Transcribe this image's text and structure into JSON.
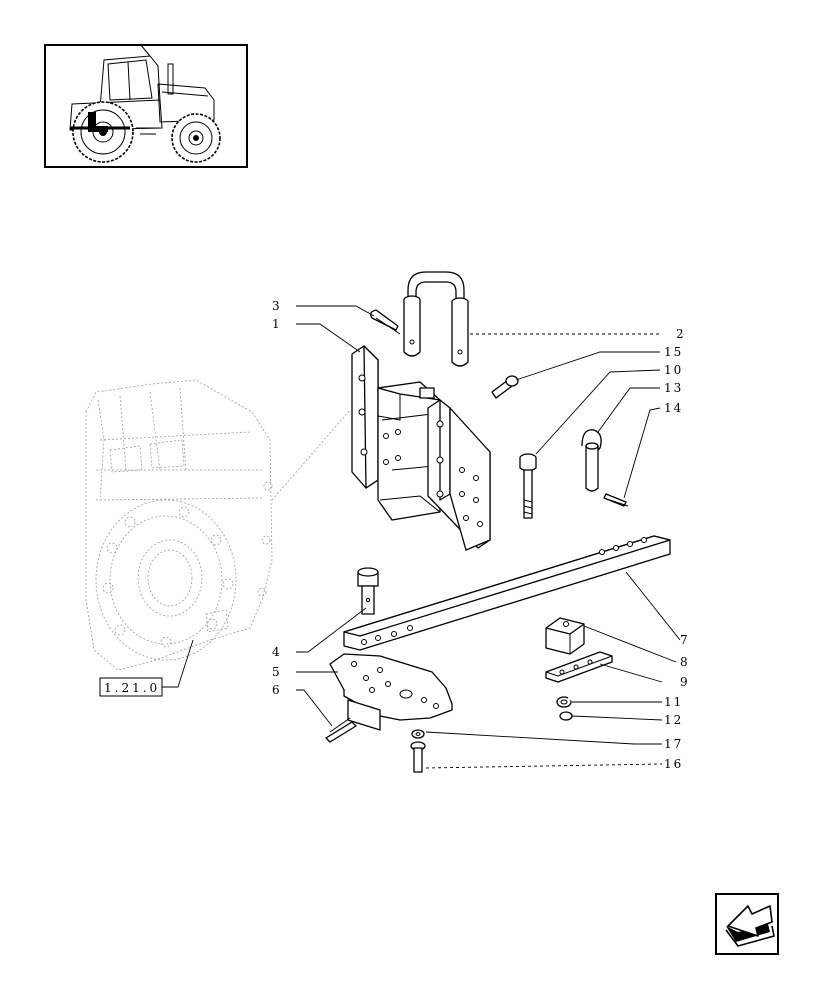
{
  "diagram": {
    "reference_box": "1.21.0",
    "part_numbers": [
      "1",
      "2",
      "3",
      "4",
      "5",
      "6",
      "7",
      "8",
      "9",
      "10",
      "11",
      "12",
      "13",
      "14",
      "15",
      "16",
      "17"
    ]
  },
  "icons": {
    "thumbnail": "tractor-thumbnail-icon",
    "nav": "next-page-arrow-icon"
  }
}
